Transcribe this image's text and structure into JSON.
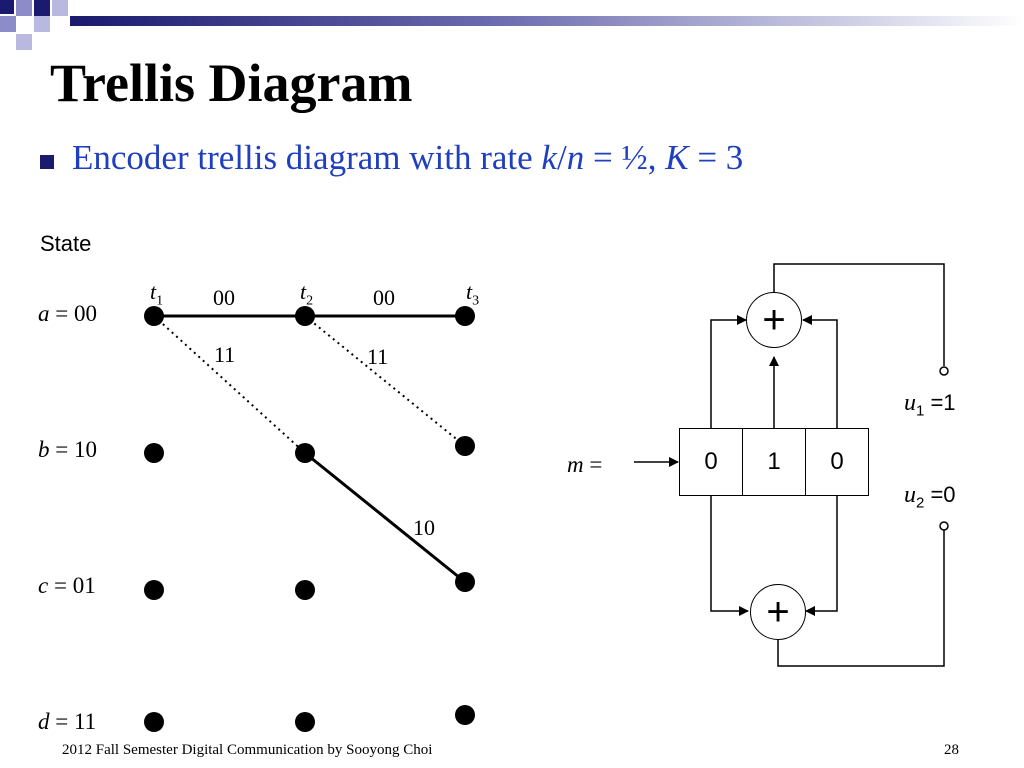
{
  "slide": {
    "title": "Trellis Diagram",
    "bullet_prefix": "Encoder trellis diagram with rate ",
    "bullet_k": "k",
    "bullet_slash": "/",
    "bullet_n": "n",
    "bullet_rate": " = ½, ",
    "bullet_K": "K",
    "bullet_tail": " = 3",
    "footer": "2012 Fall Semester Digital Communication by Sooyong Choi",
    "page_number": "28"
  },
  "trellis": {
    "state_heading": "State",
    "states": [
      {
        "letter": "a",
        "eq": " = ",
        "code": "00"
      },
      {
        "letter": "b",
        "eq": " = ",
        "code": "10"
      },
      {
        "letter": "c",
        "eq": " = ",
        "code": "01"
      },
      {
        "letter": "d",
        "eq": " = ",
        "code": "11"
      }
    ],
    "times": [
      {
        "t": "t",
        "sub": "1"
      },
      {
        "t": "t",
        "sub": "2"
      },
      {
        "t": "t",
        "sub": "3"
      }
    ],
    "edge_labels": [
      "00",
      "00",
      "11",
      "11",
      "10"
    ]
  },
  "encoder": {
    "input_label": "m = ",
    "register": [
      "0",
      "1",
      "0"
    ],
    "adder_symbol": "+",
    "outputs": [
      {
        "name": "u",
        "sub": "1",
        "value": " =1"
      },
      {
        "name": "u",
        "sub": "2",
        "value": " =0"
      }
    ]
  },
  "colors": {
    "title": "#000000",
    "bullet_text": "#1f3fbf",
    "bullet_square": "#1a1a6e"
  }
}
